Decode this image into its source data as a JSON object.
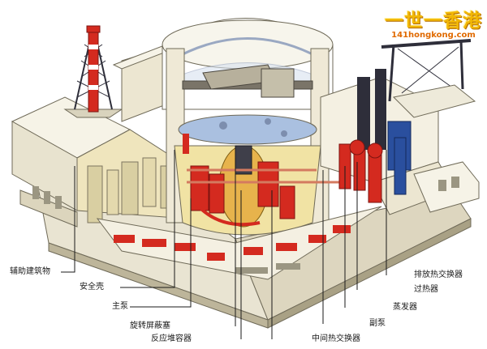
{
  "watermark": {
    "title": "一世一香港",
    "url": "141hongkong.com"
  },
  "labels": {
    "auxiliary_building": "辅助建筑物",
    "safety_shell": "安全壳",
    "main_pump": "主泵",
    "rotating_shield_plug": "旋转屏蔽塞",
    "reactor_vessel": "反应堆容器",
    "intermediate_heat_exchanger": "中间热交换器",
    "secondary_pump": "副泵",
    "steam_generator": "蒸发器",
    "superheater": "过热器",
    "exhaust_heat_exchanger": "排放热交换器"
  },
  "colors": {
    "wall": "#f3efe0",
    "shadow": "#cfc8b0",
    "equipment_red": "#d42a1f",
    "equipment_blue": "#2a4f9e",
    "floor_yellow": "#f1e3a4",
    "dome_blue": "#aac0e0",
    "tower_dark": "#2e2e3a"
  }
}
